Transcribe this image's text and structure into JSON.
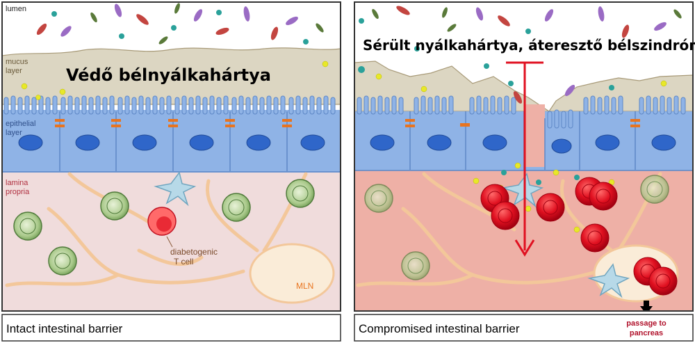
{
  "left_panel": {
    "label_lumen": "lumen",
    "label_mucus_1": "mucus",
    "label_mucus_2": "layer",
    "label_epithelial_1": "epithelial",
    "label_epithelial_2": "layer",
    "label_lamina_1": "lamina",
    "label_lamina_2": "propria",
    "overlay_title": "Védő bélnyálkahártya",
    "tcell_label_1": "diabetogenic",
    "tcell_label_2": "T cell",
    "mln_label": "MLN",
    "caption": "Intact intestinal barrier"
  },
  "right_panel": {
    "overlay_title": "Sérült nyálkahártya, áteresztő bélszindróma",
    "caption": "Compromised intestinal barrier",
    "passage_label_1": "passage to",
    "passage_label_2": "pancreas"
  },
  "colors": {
    "mucus": "#dcd6c2",
    "epithelium": "#8fb3e6",
    "lamina_intact": "#f0dcdc",
    "lamina_compromised": "#eeb0a6",
    "junction": "#e8741f",
    "tcell_red": "#e01020",
    "arrow_red": "#e01020",
    "fiber": "#f3c79a",
    "label_blue": "#4a6fa8",
    "label_red": "#b03040"
  }
}
